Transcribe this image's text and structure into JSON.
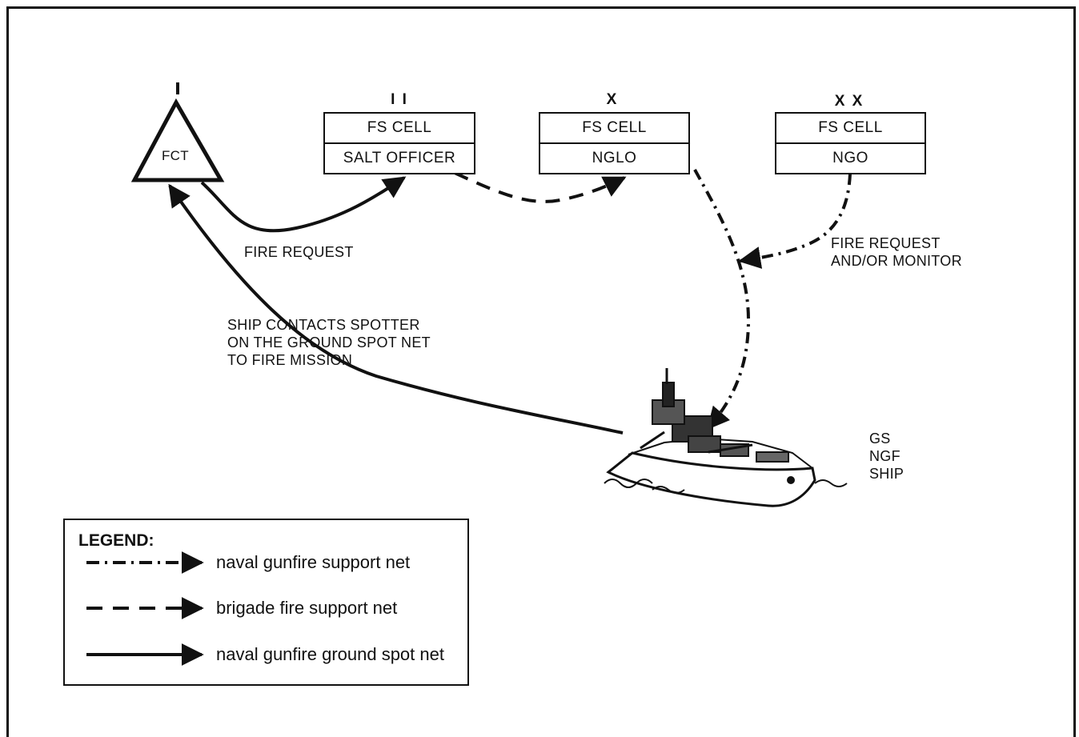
{
  "units": {
    "fct": {
      "echelon": "I",
      "label": "FCT"
    },
    "battalion": {
      "echelon": "I I",
      "cell": "FS CELL",
      "officer": "SALT OFFICER"
    },
    "brigade": {
      "echelon": "X",
      "cell": "FS CELL",
      "officer": "NGLO"
    },
    "division": {
      "echelon": "X X",
      "cell": "FS CELL",
      "officer": "NGO"
    }
  },
  "annotations": {
    "fire_request": "FIRE REQUEST",
    "fire_request_monitor": "FIRE REQUEST\nAND/OR MONITOR",
    "ship_contacts": "SHIP CONTACTS SPOTTER\nON THE GROUND SPOT NET\nTO FIRE MISSION",
    "ship_label": "GS\nNGF\nSHIP"
  },
  "legend": {
    "title": "LEGEND:",
    "items": [
      {
        "style": "dash-dot",
        "label": "naval gunfire support net"
      },
      {
        "style": "dashed",
        "label": "brigade fire support net"
      },
      {
        "style": "solid",
        "label": "naval gunfire ground spot net"
      }
    ]
  },
  "colors": {
    "ink": "#111111",
    "background": "#ffffff"
  }
}
